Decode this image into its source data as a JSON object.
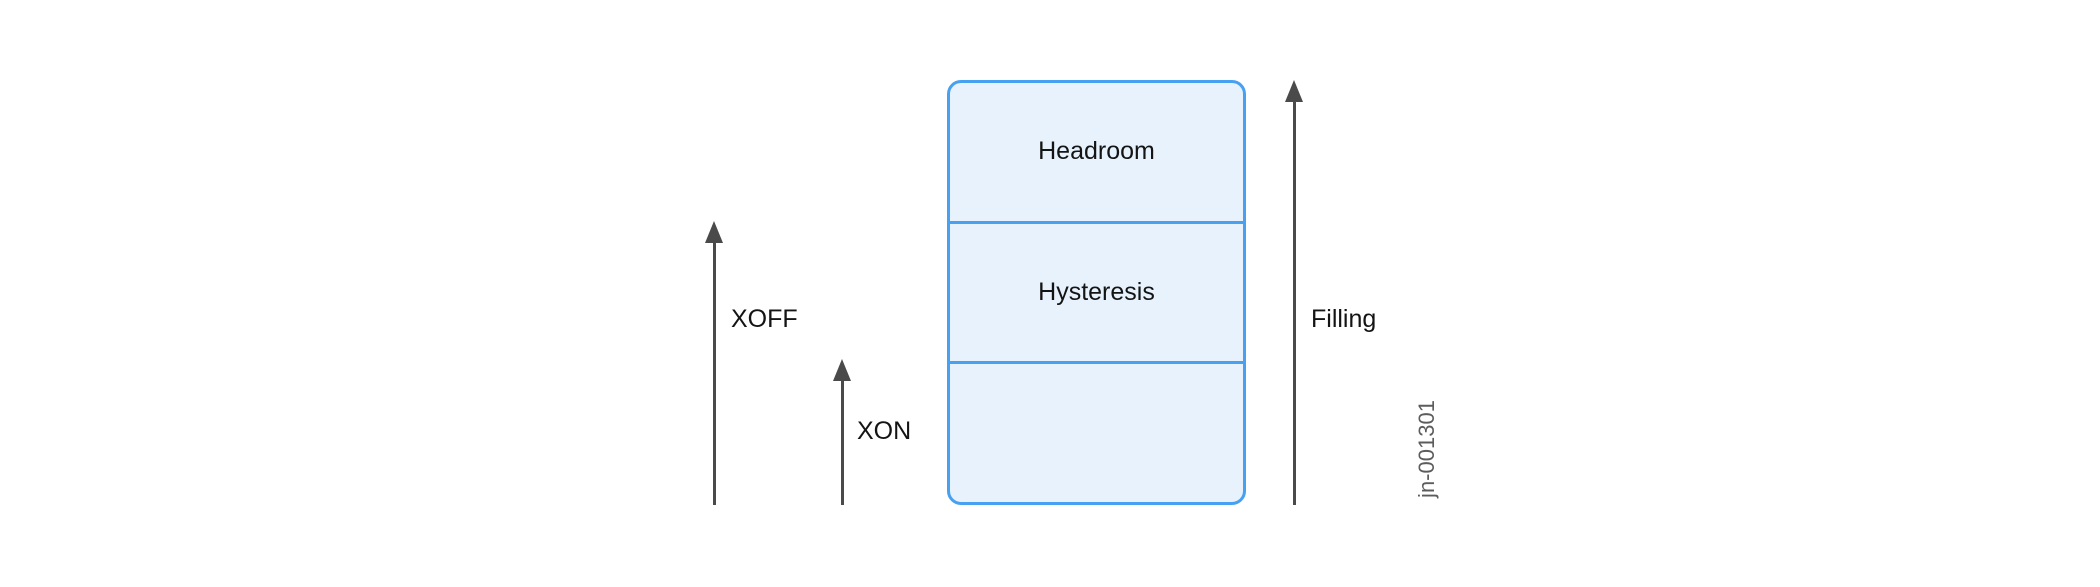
{
  "diagram": {
    "buffer": {
      "sections": [
        {
          "label": "Headroom"
        },
        {
          "label": "Hysteresis"
        },
        {
          "label": ""
        }
      ]
    },
    "labels": {
      "xoff": "XOFF",
      "xon": "XON",
      "filling": "Filling"
    },
    "figure_id": "jn-001301",
    "colors": {
      "buffer_fill": "#e7f2fd",
      "buffer_border": "#47a1f0",
      "arrow": "#4a4a4a",
      "text": "#141414",
      "figure_id": "#5c5c5c"
    }
  }
}
